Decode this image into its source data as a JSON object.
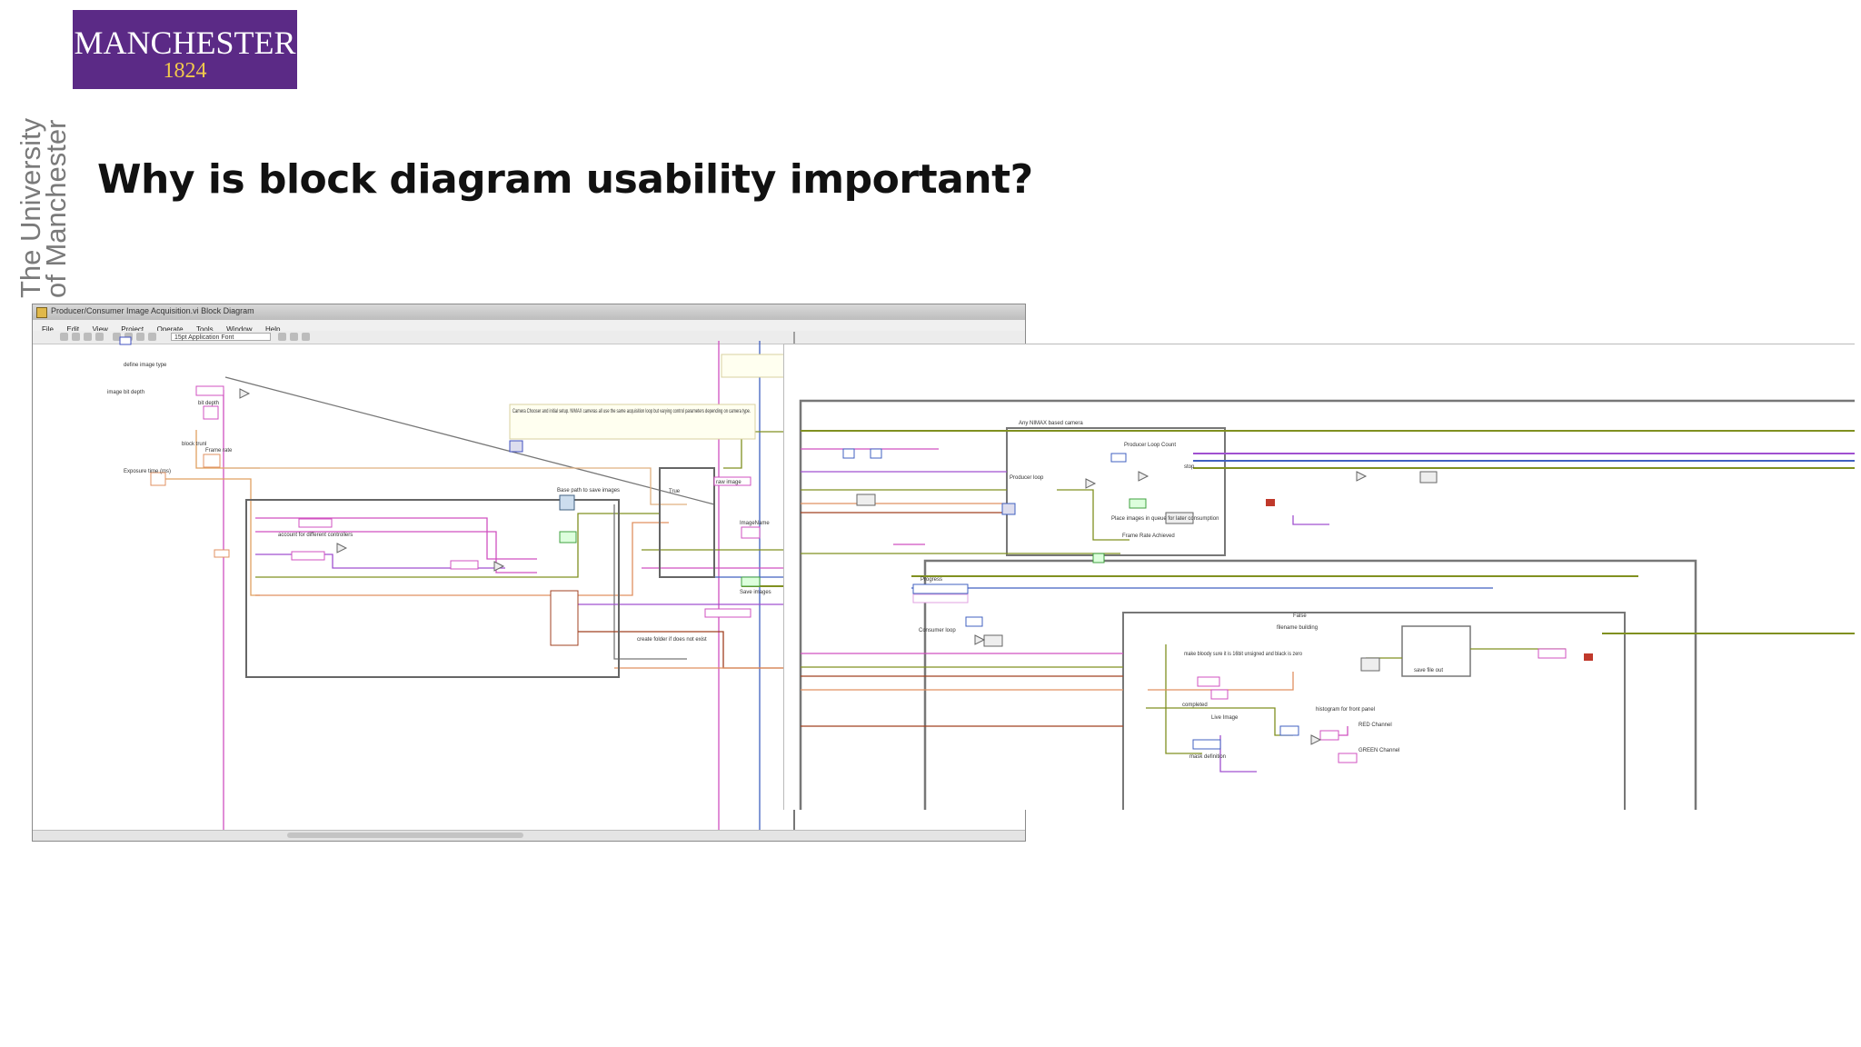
{
  "logo": {
    "name": "MANCHESTER",
    "year": "1824"
  },
  "university_vertical": {
    "line1": "The University",
    "line2": "of Manchester"
  },
  "slide_title": "Why is block diagram usability important?",
  "window": {
    "title": "Producer/Consumer Image Acquisition.vi Block Diagram",
    "menu": [
      "File",
      "Edit",
      "View",
      "Project",
      "Operate",
      "Tools",
      "Window",
      "Help"
    ],
    "font_select": "15pt Application Font"
  },
  "diagram_labels": {
    "define_image_type": "define image type",
    "image_bit_depth": "image bit depth",
    "bit_depth": "bit depth",
    "block_trunl": "block trunl",
    "exposure_time": "Exposure time (ms)",
    "frame_rate": "Frame rate",
    "save_path": "Base path to save images",
    "image_name": "ImageName",
    "save_images": "Save images",
    "camera_note": "Camera Chooser and initial setup. NIMAX cameras all use the same acquisition loop but varying control parameters depending on camera type.",
    "create_folder": "create folder if does not exist",
    "account_for_controllers": "account for different controllers",
    "raw_image": "raw image",
    "true_case": "True",
    "false_case": "False",
    "any_nimax_camera": "Any NIMAX based camera",
    "producer_loop_count": "Producer Loop Count",
    "producer_loop": "Producer loop",
    "stop": "stop",
    "place_images_queue": "Place images in queue for later consumption",
    "frame_rate_achieved": "Frame Rate Achieved",
    "progress": "Progress",
    "consumer_loop": "Consumer loop",
    "filename_building": "filename building",
    "make_bloody_sure": "make bloody sure it is 16bit unsigned and black is zero",
    "save_file_out": "save file out",
    "completed": "completed",
    "histogram_front_panel": "histogram for front panel",
    "red_channel": "RED Channel",
    "green_channel": "GREEN Channel",
    "mask_definition": "mask definition",
    "live_image": "Live Image"
  },
  "colors": {
    "brand_purple": "#5b2a86",
    "brand_gold": "#f2c94c"
  }
}
